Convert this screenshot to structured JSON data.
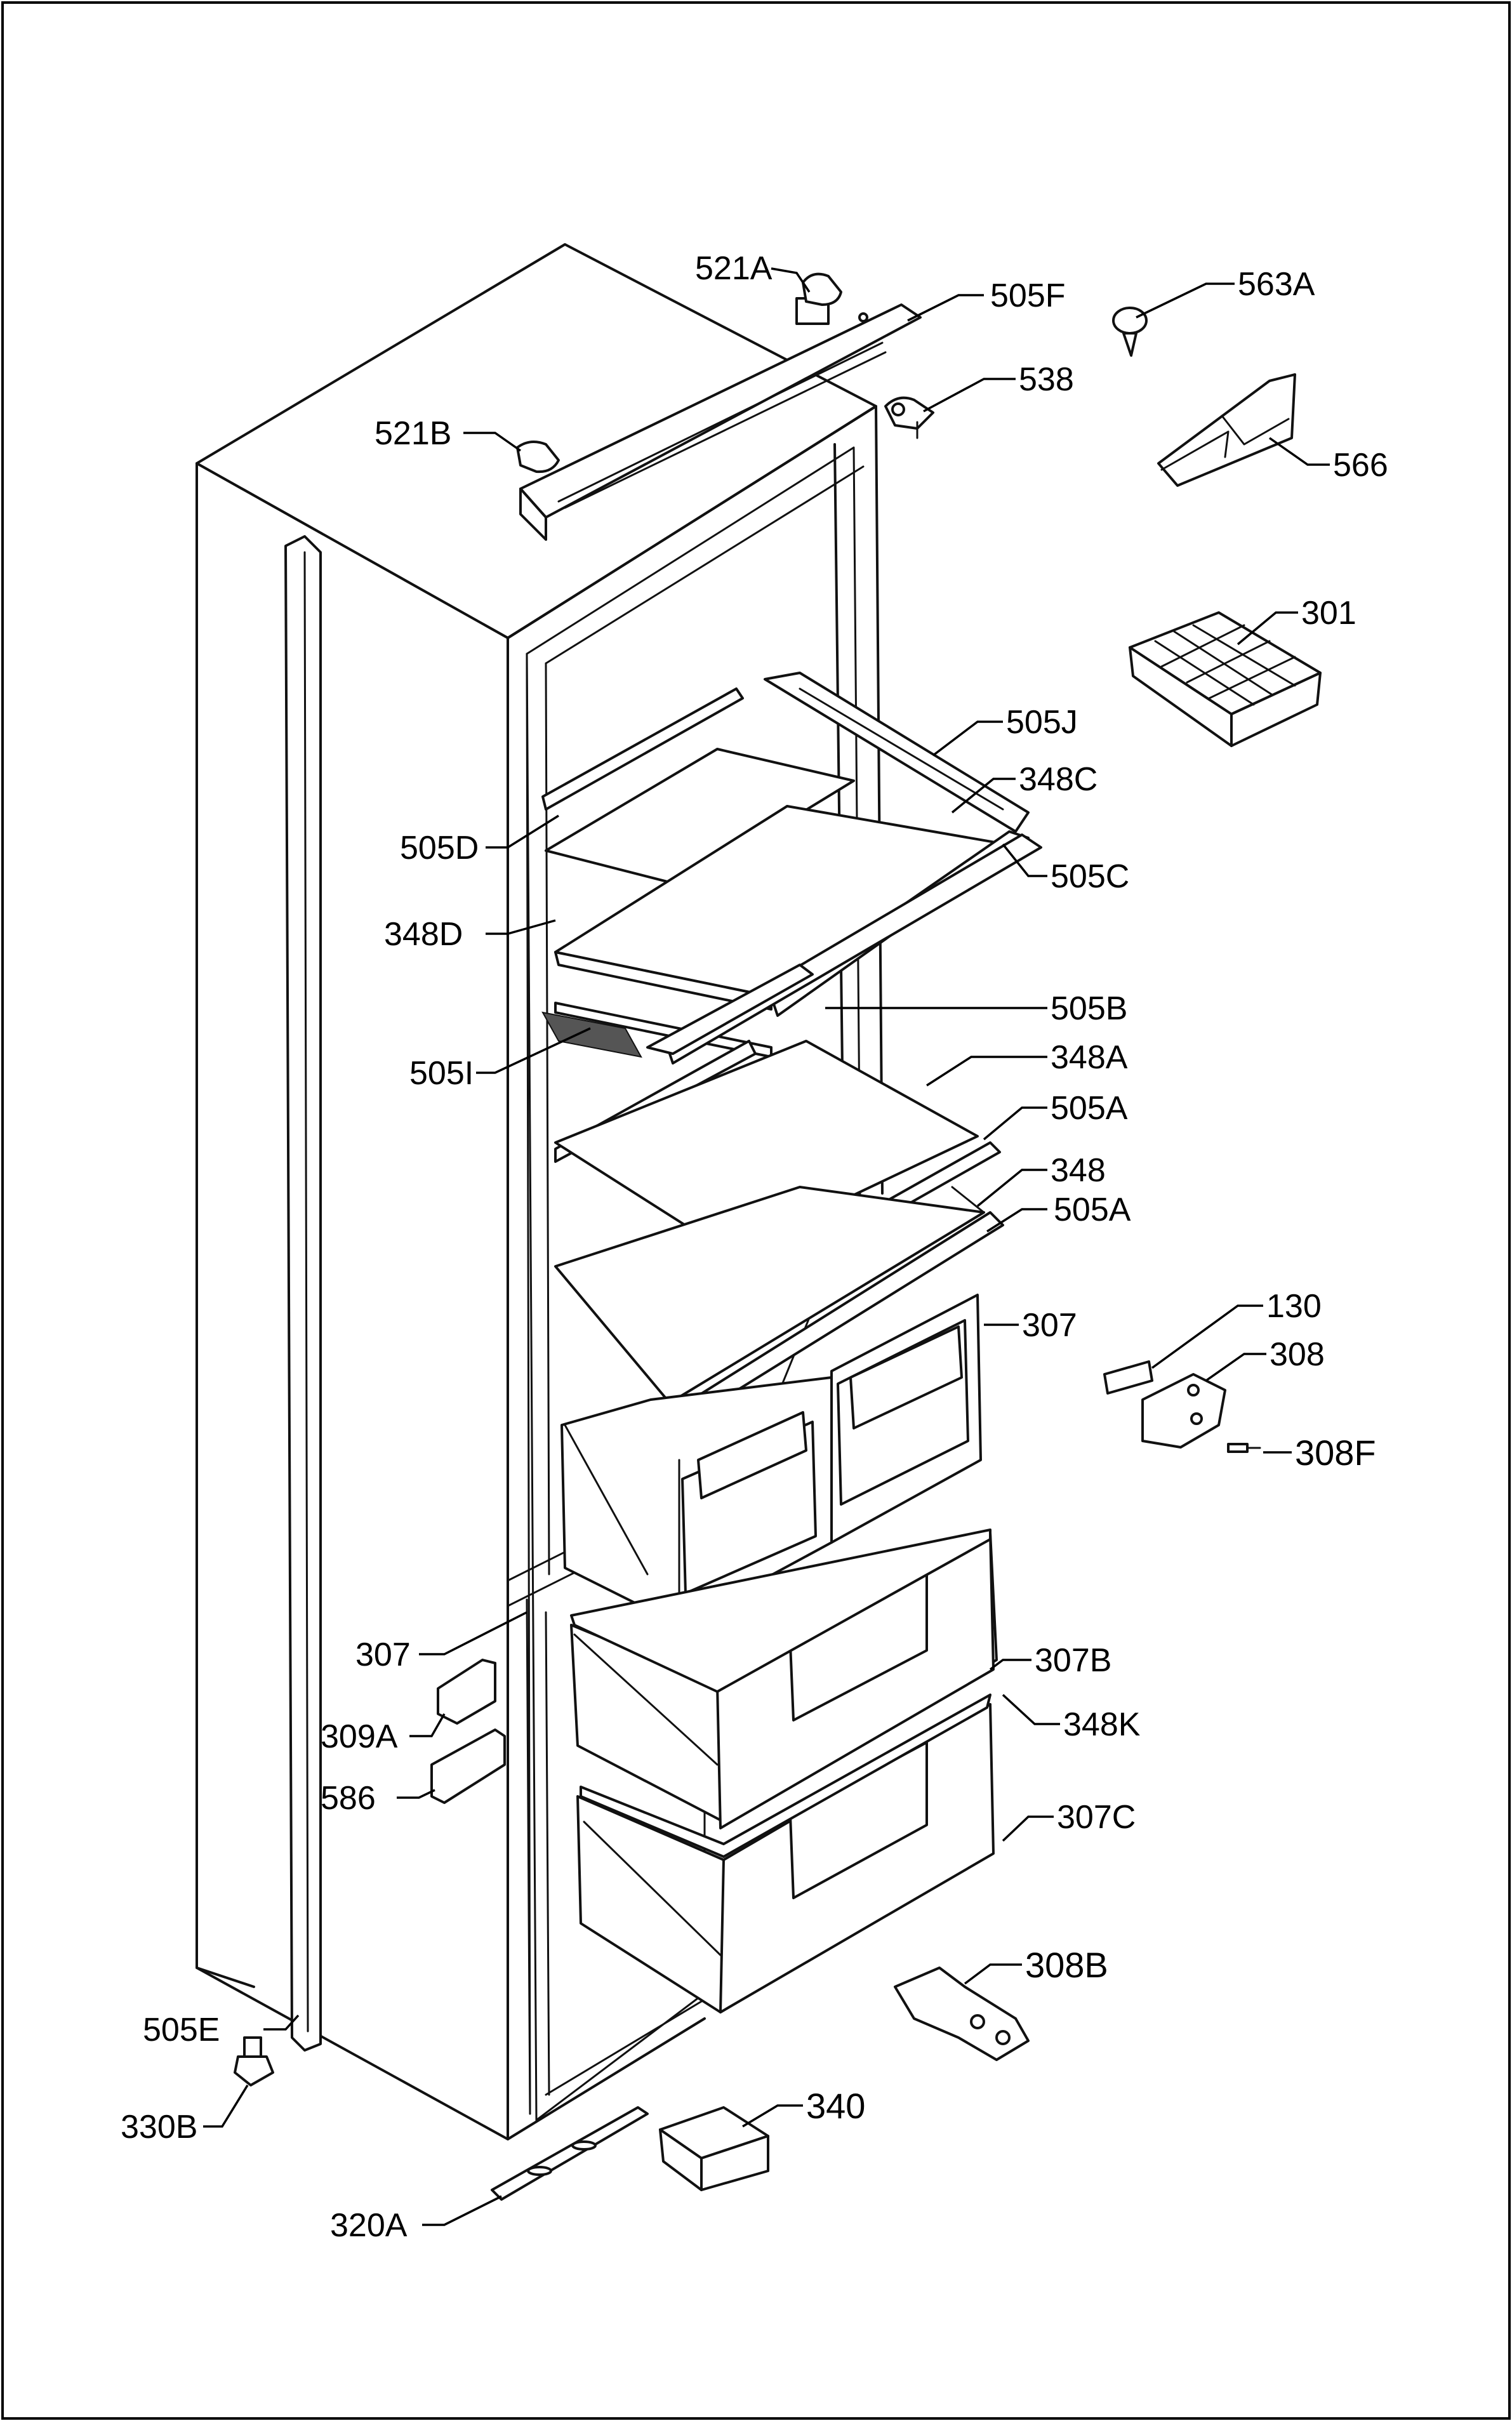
{
  "labels": {
    "l521A": "521A",
    "l505F": "505F",
    "l563A": "563A",
    "l538": "538",
    "l521B": "521B",
    "l566": "566",
    "l301": "301",
    "l505J": "505J",
    "l348C": "348C",
    "l505D": "505D",
    "l505C": "505C",
    "l348D": "348D",
    "l505B": "505B",
    "l505I": "505I",
    "l348A": "348A",
    "l505A1": "505A",
    "l348": "348",
    "l505A2": "505A",
    "l130": "130",
    "l307a": "307",
    "l308": "308",
    "l308F": "308F",
    "l307b": "307",
    "l307B": "307B",
    "l309A": "309A",
    "l348K": "348K",
    "l586": "586",
    "l307C": "307C",
    "l308B": "308B",
    "l505E": "505E",
    "l330B": "330B",
    "l340": "340",
    "l320A": "320A"
  }
}
